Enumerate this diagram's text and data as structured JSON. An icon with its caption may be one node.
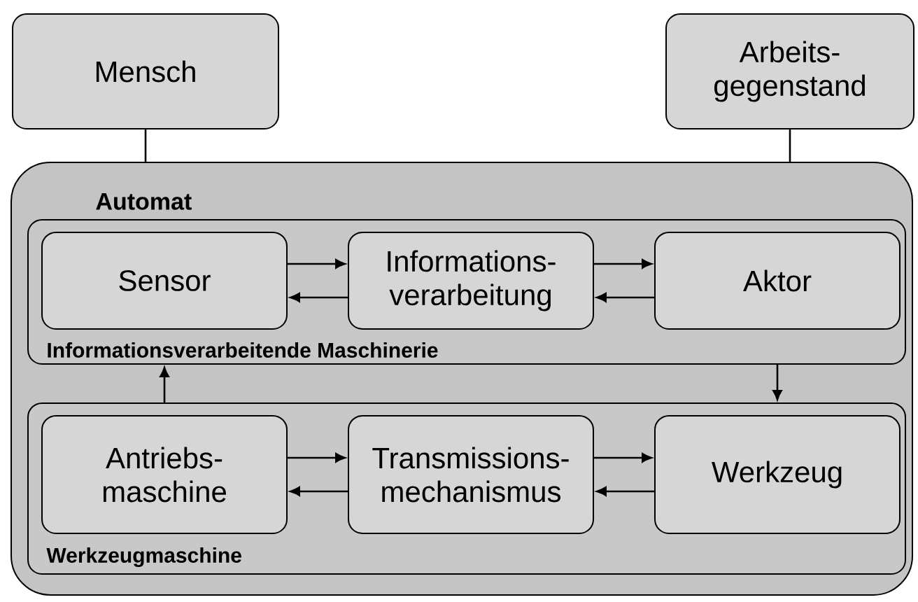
{
  "diagram": {
    "nodes": [
      {
        "text": [
          "Mensch"
        ]
      },
      {
        "text": [
          "Arbeits- gegenstand"
        ]
      },
      {
        "text": [
          "Automat"
        ]
      },
      {
        "text": [
          "Informationsverarbeitende Maschinerie"
        ],
        "in": 2
      },
      {
        "text": [
          "Sensor"
        ],
        "in": 3
      },
      {
        "text": [
          "Informations- verarbeitung"
        ],
        "in": 3
      },
      {
        "text": [
          "Aktor"
        ],
        "in": 3
      },
      {
        "text": [
          "Werkzeugmaschine"
        ],
        "in": 2
      },
      {
        "text": [
          "Antriebs- maschine"
        ],
        "in": 7
      },
      {
        "text": [
          "Transmissions- mechanismus"
        ],
        "in": 7
      },
      {
        "text": [
          "Werkzeug"
        ],
        "in": 7
      }
    ],
    "edges": [
      {
        "from": 0,
        "to": 2,
        "arrow": "none"
      },
      {
        "from": 1,
        "to": 2,
        "arrow": "none"
      },
      {
        "from": 4,
        "to": 5,
        "arrow": "to"
      },
      {
        "from": 5,
        "to": 6,
        "arrow": "to"
      },
      {
        "from": 6,
        "to": 5,
        "arrow": "to"
      },
      {
        "from": 5,
        "to": 4,
        "arrow": "to"
      },
      {
        "from": 7,
        "to": 3,
        "arrow": "to"
      },
      {
        "from": 3,
        "to": 7,
        "arrow": "to"
      },
      {
        "from": 8,
        "to": 9,
        "arrow": "to"
      },
      {
        "from": 9,
        "to": 10,
        "arrow": "to"
      },
      {
        "from": 10,
        "to": 9,
        "arrow": "to"
      },
      {
        "from": 9,
        "to": 8,
        "arrow": "to"
      }
    ]
  }
}
